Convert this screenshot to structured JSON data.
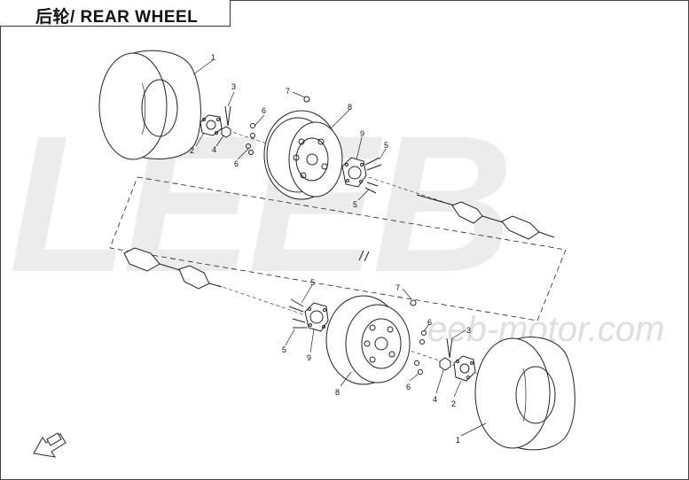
{
  "header": {
    "title": "后轮/ REAR WHEEL"
  },
  "watermark": {
    "brand": "LEEB",
    "site": "eeb-motor.com"
  },
  "callouts": {
    "upper": [
      "1",
      "2",
      "3",
      "4",
      "6",
      "6",
      "7",
      "8",
      "9",
      "5",
      "5"
    ],
    "lower": [
      "5",
      "5",
      "7",
      "6",
      "3",
      "2",
      "4",
      "6",
      "8",
      "9",
      "1"
    ]
  },
  "colors": {
    "line": "#222222",
    "watermark": "#ececec",
    "background": "#ffffff"
  },
  "icons": {
    "orientation_arrow": "front-direction-arrow-icon"
  }
}
